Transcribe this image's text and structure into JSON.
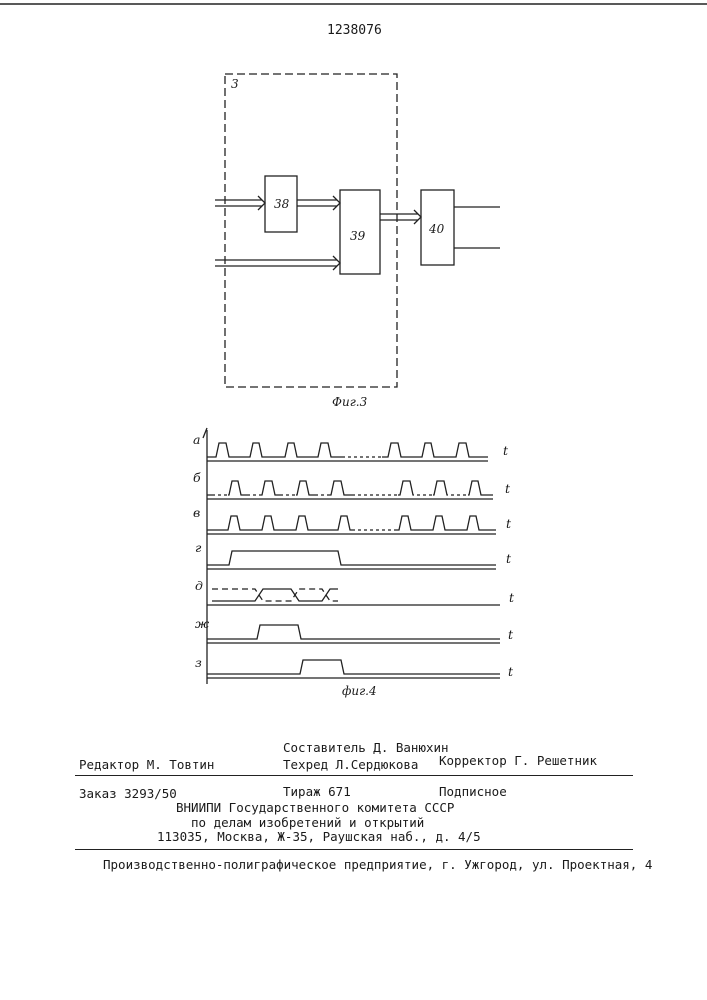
{
  "patent_number": "1238076",
  "fig3": {
    "frame_label": "3",
    "block_a": "38",
    "block_b": "39",
    "block_c": "40",
    "caption": "Фиг.3"
  },
  "fig4": {
    "caption": "фиг.4",
    "time_label": "t",
    "rows": [
      {
        "label": "а"
      },
      {
        "label": "б"
      },
      {
        "label": "в"
      },
      {
        "label": "г"
      },
      {
        "label": "д"
      },
      {
        "label": "ж"
      },
      {
        "label": "з"
      }
    ]
  },
  "imprint": {
    "compiler": "Составитель Д. Ванюхин",
    "editor": "Редактор М. Товтин",
    "techred": "Техред Л.Сердюкова",
    "corrector": "Корректор Г. Решетник",
    "order": "Заказ 3293/50",
    "circulation": "Тираж 671",
    "subscription": "Подписное",
    "org_line1": "ВНИИПИ Государственного комитета СССР",
    "org_line2": "по делам изобретений и открытий",
    "org_address": "113035, Москва, Ж-35, Раушская наб., д. 4/5",
    "printer": "Производственно-полиграфическое предприятие, г. Ужгород, ул. Проектная, 4"
  }
}
